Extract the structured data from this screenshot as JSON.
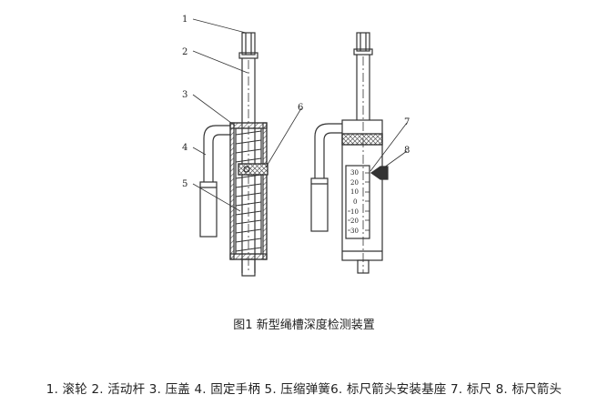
{
  "figure": {
    "callouts": [
      "1",
      "2",
      "3",
      "4",
      "5",
      "6",
      "7",
      "8"
    ],
    "scale_ticks": [
      "30",
      "20",
      "10",
      "0",
      "10",
      "20",
      "30"
    ],
    "caption": "图1 新型绳槽深度检测装置",
    "legend": "1. 滚轮 2. 活动杆 3. 压盖 4. 固定手柄 5. 压缩弹簧6. 标尺箭头安装基座 7. 标尺 8. 标尺箭头"
  },
  "colors": {
    "line": "#333333",
    "hatch": "#555555",
    "background": "#ffffff"
  }
}
